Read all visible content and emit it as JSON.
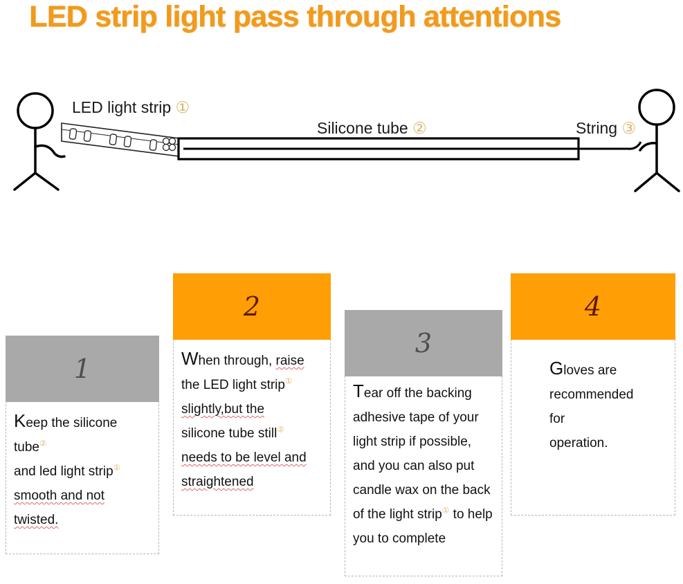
{
  "page": {
    "title": "LED strip light pass through attentions",
    "title_color": "#f09a1e",
    "background": "#ffffff"
  },
  "diagram": {
    "name": "pass-through-illustration",
    "labels": {
      "led_strip": "LED light strip",
      "led_strip_marker": "①",
      "silicone_tube": "Silicone tube",
      "silicone_tube_marker": "②",
      "string": "String",
      "string_marker": "③"
    },
    "marker_color": "#d8b86a",
    "figures": {
      "left": "person-holding-led-strip",
      "right": "person-pulling-string"
    }
  },
  "cards": [
    {
      "number": "1",
      "header_color": "#a9a9a9",
      "header_style": "gray",
      "lines": [
        {
          "dropcap": "K",
          "rest": "eep the  silicone tube",
          "marker": "②",
          "misspelled": false
        },
        {
          "dropcap": "",
          "rest": "and led light strip",
          "marker": "①",
          "misspelled": false
        },
        {
          "dropcap": "",
          "rest": "smooth and not twisted.",
          "marker": "",
          "misspelled": true
        }
      ]
    },
    {
      "number": "2",
      "header_color": "#ff9e05",
      "header_style": "orange",
      "lines": [
        {
          "dropcap": "W",
          "rest": "hen through, ",
          "tail": "raise",
          "marker": "",
          "misspelled": true
        },
        {
          "dropcap": "",
          "rest": "the LED light strip",
          "marker": "①",
          "misspelled": false
        },
        {
          "dropcap": "",
          "rest": "slightly,but  the",
          "marker": "",
          "misspelled": true
        },
        {
          "dropcap": "",
          "rest": "silicone tube still",
          "marker": "②",
          "misspelled": false
        },
        {
          "dropcap": "",
          "rest": "needs to be level and",
          "marker": "",
          "misspelled": true
        },
        {
          "dropcap": "",
          "rest": "straightened",
          "marker": "",
          "misspelled": true
        }
      ]
    },
    {
      "number": "3",
      "header_color": "#a9a9a9",
      "header_style": "gray",
      "lines": [
        {
          "dropcap": "T",
          "rest": "ear off the backing",
          "marker": "",
          "misspelled": false
        },
        {
          "dropcap": "",
          "rest": "adhesive tape of your",
          "marker": "",
          "misspelled": false
        },
        {
          "dropcap": "",
          "rest": "light strip if possible,",
          "marker": "",
          "misspelled": false
        },
        {
          "dropcap": "",
          "rest": "and you can also put",
          "marker": "",
          "misspelled": false
        },
        {
          "dropcap": "",
          "rest": "candle wax on the back",
          "marker": "",
          "misspelled": false
        },
        {
          "dropcap": "",
          "rest": "of the light strip",
          "marker": "①",
          "tail2": " to help",
          "misspelled": false
        },
        {
          "dropcap": "",
          "rest": "you to complete",
          "marker": "",
          "misspelled": false
        }
      ]
    },
    {
      "number": "4",
      "header_color": "#ff9e05",
      "header_style": "orange",
      "lines": [
        {
          "dropcap": "G",
          "rest": "loves are",
          "marker": "",
          "misspelled": false
        },
        {
          "dropcap": "",
          "rest": "recommended for",
          "marker": "",
          "misspelled": false
        },
        {
          "dropcap": "",
          "rest": "operation.",
          "marker": "",
          "misspelled": false
        }
      ]
    }
  ]
}
